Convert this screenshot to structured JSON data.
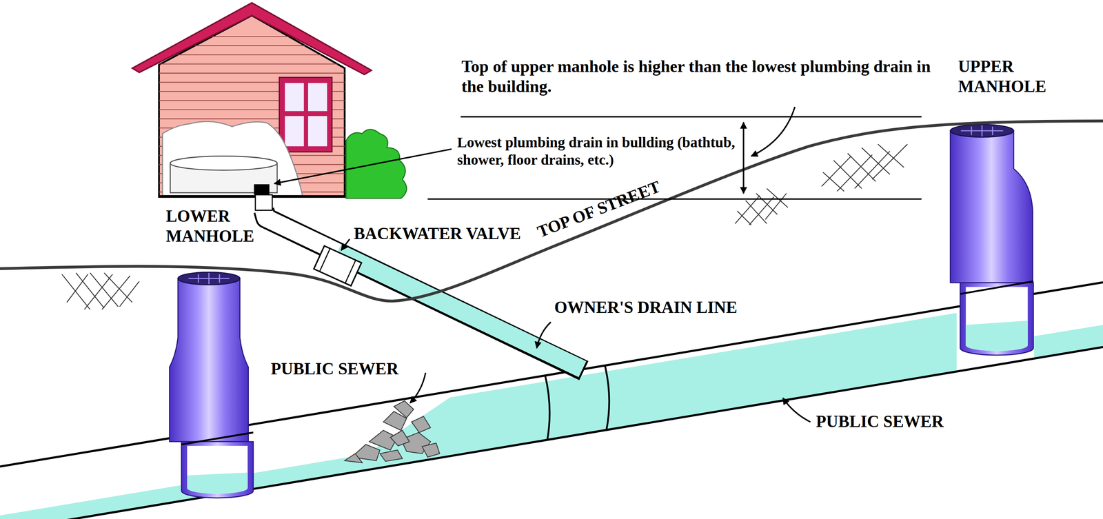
{
  "diagram": {
    "labels": [
      "Top of upper manhole is higher than the lowest plumbing drain in the building.",
      "UPPER MANHOLE",
      "Lowest plumbing drain in bullding (bathtub, shower, floor drains, etc.)",
      "LOWER MANHOLE",
      "BACKWATER VALVE",
      "TOP OF STREET",
      "OWNER'S DRAIN LINE",
      "PUBLIC SEWER",
      "PUBLIC SEWER"
    ]
  }
}
